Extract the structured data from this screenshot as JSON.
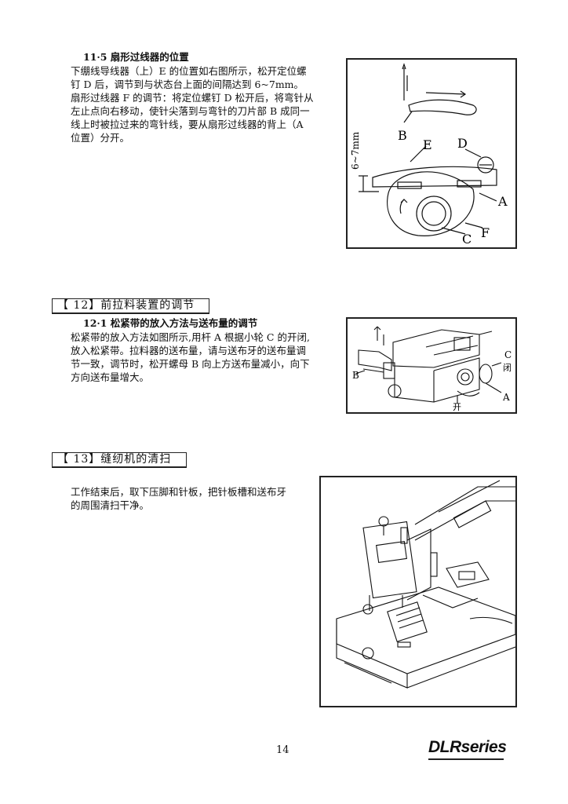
{
  "section_11_5": {
    "title": "11·5 扇形过线器的位置",
    "lines": [
      "下绷线导线器（上）E 的位置如右图所示，松开定位螺",
      "钉 D 后，调节到与状态台上面的间隔达到 6~7mm。",
      "扇形过线器 F 的调节：将定位螺钉 D 松开后，将弯针从",
      "左止点向右移动，使针尖落到与弯针的刀片部 B 成同一",
      "线上时被拉过来的弯针线，要从扇形过线器的背上（A",
      "位置）分开。"
    ],
    "figure_labels": {
      "B": "B",
      "E": "E",
      "D": "D",
      "A": "A",
      "C": "C",
      "F": "F",
      "gap": "6~7mm"
    }
  },
  "section_12": {
    "header": "【 12】前拉料装置的调节",
    "subtitle": "12·1 松紧带的放入方法与送布量的调节",
    "lines": [
      "松紧带的放入方法如图所示,用杆 A 根据小轮 C 的开闭,",
      "放入松紧带。拉料器的送布量，请与送布牙的送布量调",
      "节一致，调节时，松开螺母 B 向上方送布量减小，向下",
      "方向送布量增大。"
    ],
    "figure_labels": {
      "B": "B",
      "C": "C",
      "A": "A",
      "close": "闭",
      "open": "开"
    }
  },
  "section_13": {
    "header": "【 13】缝纫机的清扫",
    "lines": [
      "工作结束后，取下压脚和针板，把针板槽和送布牙",
      "的周围清扫干净。"
    ]
  },
  "footer": {
    "page_number": "14",
    "series_logo": "DLRseries"
  }
}
